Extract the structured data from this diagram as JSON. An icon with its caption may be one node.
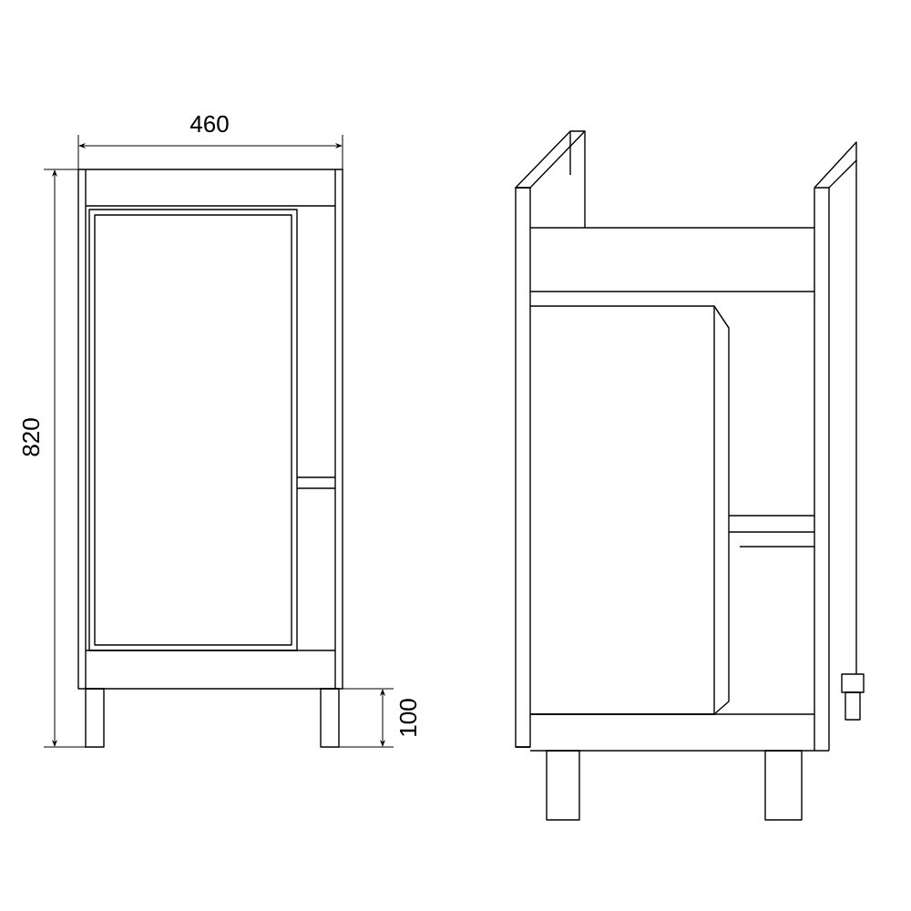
{
  "diagram": {
    "labels": [
      "460",
      "820",
      "100"
    ]
  }
}
